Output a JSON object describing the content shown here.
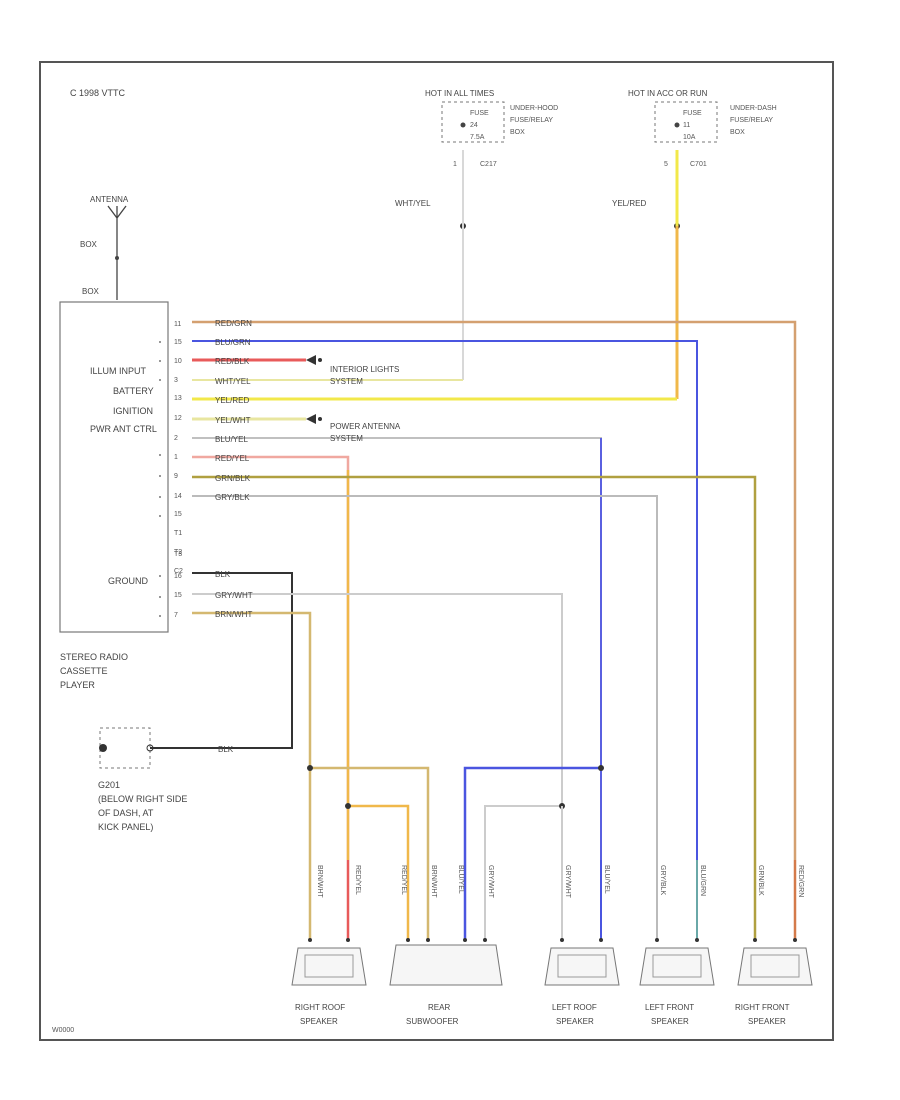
{
  "copyright": "C 1998 VTTC",
  "figure_code": "W0000",
  "antenna": {
    "label": "ANTENNA",
    "wire1": "BOX",
    "wire2": "BOX"
  },
  "fuse_left": {
    "header": "HOT IN ALL TIMES",
    "fuse": "FUSE",
    "num": "24",
    "amp": "7.5A",
    "box1": "UNDER-HOOD",
    "box2": "FUSE/RELAY",
    "box3": "BOX",
    "conn_pin": "1",
    "conn": "C217",
    "wire": "WHT/YEL"
  },
  "fuse_right": {
    "header": "HOT IN ACC OR RUN",
    "fuse": "FUSE",
    "num": "11",
    "amp": "10A",
    "box1": "UNDER-DASH",
    "box2": "FUSE/RELAY",
    "box3": "BOX",
    "conn_pin": "5",
    "conn": "C701",
    "wire": "YEL/RED"
  },
  "radio": {
    "func": [
      "ILLUM INPUT",
      "BATTERY",
      "IGNITION",
      "PWR ANT CTRL"
    ],
    "ground_label": "GROUND",
    "name": [
      "STEREO RADIO",
      "CASSETTE",
      "PLAYER"
    ]
  },
  "pins": [
    "11",
    "15",
    "10",
    "3",
    "13",
    "12",
    "2",
    "1",
    "9",
    "14",
    "15",
    "T1",
    "T2",
    "C2",
    "T3",
    "16",
    "15",
    "7"
  ],
  "wires": [
    "RED/GRN",
    "BLU/GRN",
    "RED/BLK",
    "WHT/YEL",
    "YEL/RED",
    "YEL/WHT",
    "BLU/YEL",
    "RED/YEL",
    "GRN/BLK",
    "GRY/BLK",
    "BLK",
    "GRY/WHT",
    "BRN/WHT"
  ],
  "interior_lights": [
    "INTERIOR LIGHTS",
    "SYSTEM"
  ],
  "power_antenna": [
    "POWER ANTENNA",
    "SYSTEM"
  ],
  "ground_point": {
    "label": "BLK",
    "name": [
      "G201",
      "(BELOW RIGHT SIDE",
      "OF DASH, AT",
      "KICK PANEL)"
    ]
  },
  "speaker_wires": [
    "BRN/WHT",
    "RED/YEL",
    "RED/YEL",
    "BRN/WHT",
    "BLU/YEL",
    "GRY/WHT",
    "GRY/WHT",
    "BLU/YEL",
    "GRY/BLK",
    "BLU/GRN",
    "GRN/BLK",
    "RED/GRN"
  ],
  "speakers": [
    {
      "name": [
        "RIGHT ROOF",
        "SPEAKER"
      ]
    },
    {
      "name": [
        "REAR",
        "SUBWOOFER"
      ]
    },
    {
      "name": [
        "LEFT ROOF",
        "SPEAKER"
      ]
    },
    {
      "name": [
        "LEFT FRONT",
        "SPEAKER"
      ]
    },
    {
      "name": [
        "RIGHT FRONT",
        "SPEAKER"
      ]
    }
  ],
  "colors": {
    "red": "#e85a5a",
    "blue": "#4a55e0",
    "yellow": "#f2e84a",
    "orange": "#f0b84a",
    "tan": "#d4b870",
    "green_dark": "#b0a040",
    "gray": "#bbbbbb",
    "teal": "#6aa8a8",
    "black": "#222222"
  }
}
